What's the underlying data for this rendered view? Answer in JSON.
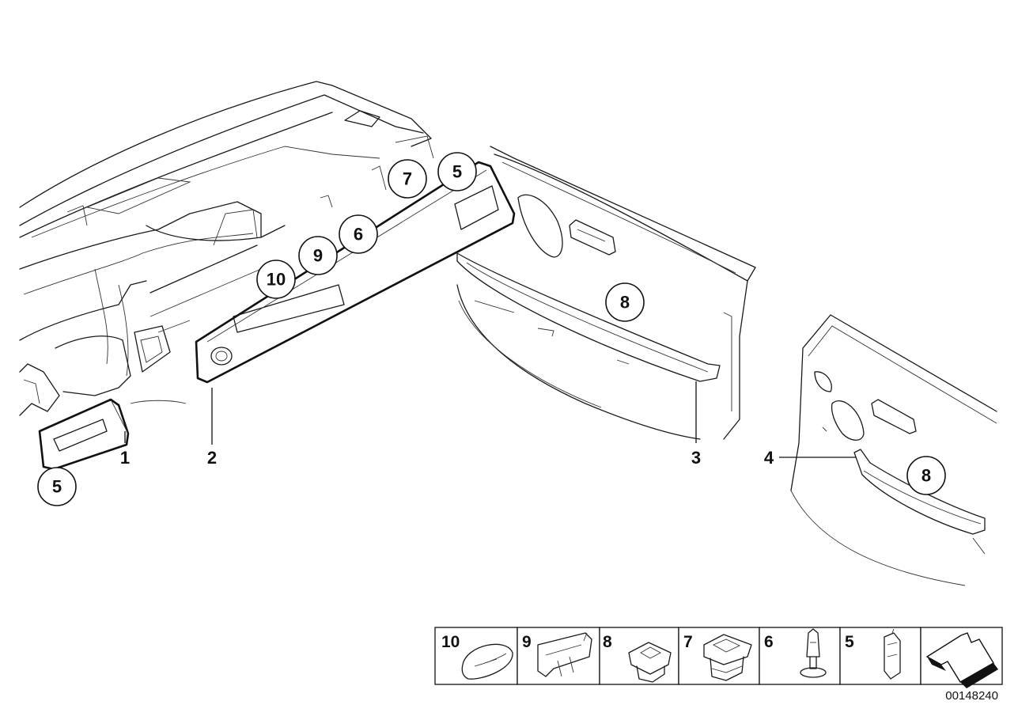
{
  "diagram_id": "00148240",
  "callouts": {
    "c5_left": "5",
    "c10": "10",
    "c9": "9",
    "c6": "6",
    "c7": "7",
    "c5_top": "5",
    "c8_door": "8",
    "c8_rear": "8"
  },
  "part_labels": {
    "p1": "1",
    "p2": "2",
    "p3": "3",
    "p4": "4"
  },
  "parts_strip": [
    "10",
    "9",
    "8",
    "7",
    "6",
    "5"
  ]
}
